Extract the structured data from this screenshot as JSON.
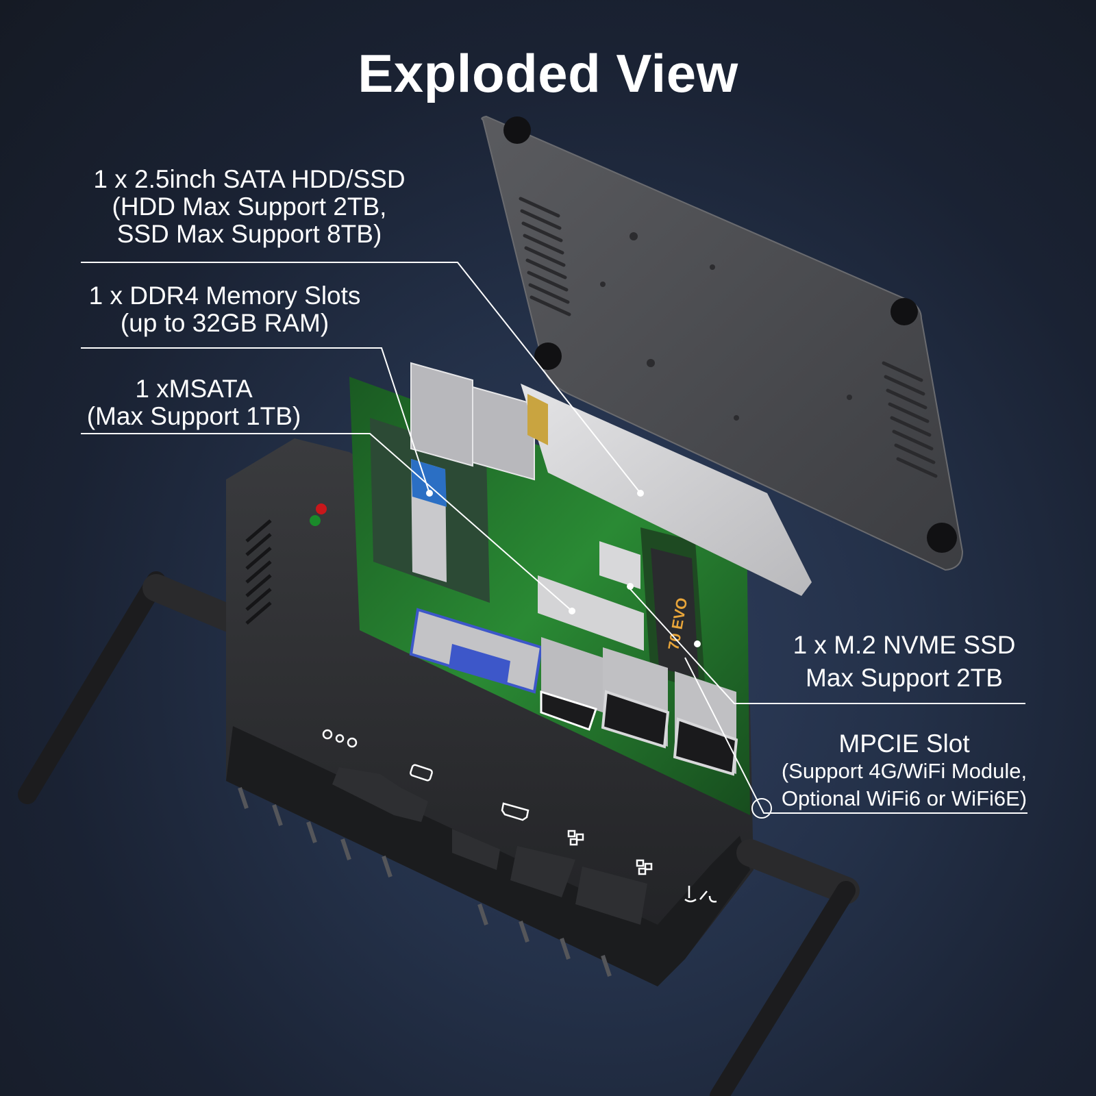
{
  "title": "Exploded View",
  "colors": {
    "background_dark": "#151a24",
    "background_mid": "#2a3855",
    "text": "#ffffff",
    "pcb_green": "#1f6b2a",
    "case_dark": "#2b2c2f",
    "lid_gray": "#4a4b4f",
    "vga_blue": "#3d57c9",
    "ssd_silver": "#d6d6d8"
  },
  "callouts": {
    "sata": {
      "line1": "1 x 2.5inch SATA HDD/SSD",
      "line2": "(HDD Max Support 2TB,",
      "line3": "SSD Max Support 8TB)"
    },
    "ddr4": {
      "line1": "1 x DDR4 Memory Slots",
      "line2": "(up to 32GB RAM)"
    },
    "msata": {
      "line1": "1 xMSATA",
      "line2": "(Max Support 1TB)"
    },
    "m2": {
      "line1": "1 x M.2 NVME SSD",
      "line2": "Max Support 2TB"
    },
    "mpcie": {
      "line1": "MPCIE Slot",
      "line2": "(Support 4G/WiFi Module,",
      "line3": "Optional WiFi6 or WiFi6E)"
    }
  },
  "port_icons": [
    "dc-power-icon",
    "vga-icon",
    "hdmi-icon",
    "lan-icon",
    "lan-icon",
    "audio-jack-icon"
  ],
  "components": {
    "ssd_label": "70 EVO",
    "ram_label_color": "#2b6fc4"
  }
}
